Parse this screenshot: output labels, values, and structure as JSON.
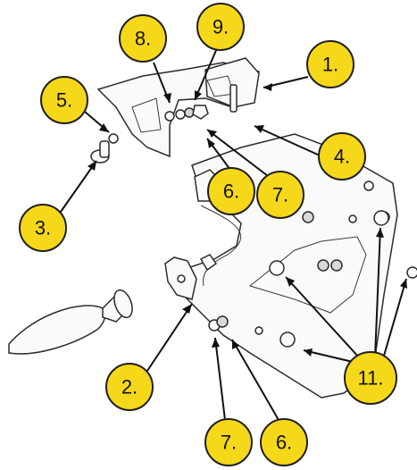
{
  "callouts": [
    {
      "id": "c1",
      "label": "1."
    },
    {
      "id": "c2",
      "label": "2."
    },
    {
      "id": "c3",
      "label": "3."
    },
    {
      "id": "c4",
      "label": "4."
    },
    {
      "id": "c5",
      "label": "5."
    },
    {
      "id": "c6a",
      "label": "6."
    },
    {
      "id": "c6b",
      "label": "6."
    },
    {
      "id": "c7a",
      "label": "7."
    },
    {
      "id": "c7b",
      "label": "7."
    },
    {
      "id": "c8",
      "label": "8."
    },
    {
      "id": "c9",
      "label": "9."
    },
    {
      "id": "c11",
      "label": "11."
    }
  ],
  "colors": {
    "callout_fill": "#f6d81a",
    "outline": "#1f1f1f",
    "background": "#ffffff"
  }
}
